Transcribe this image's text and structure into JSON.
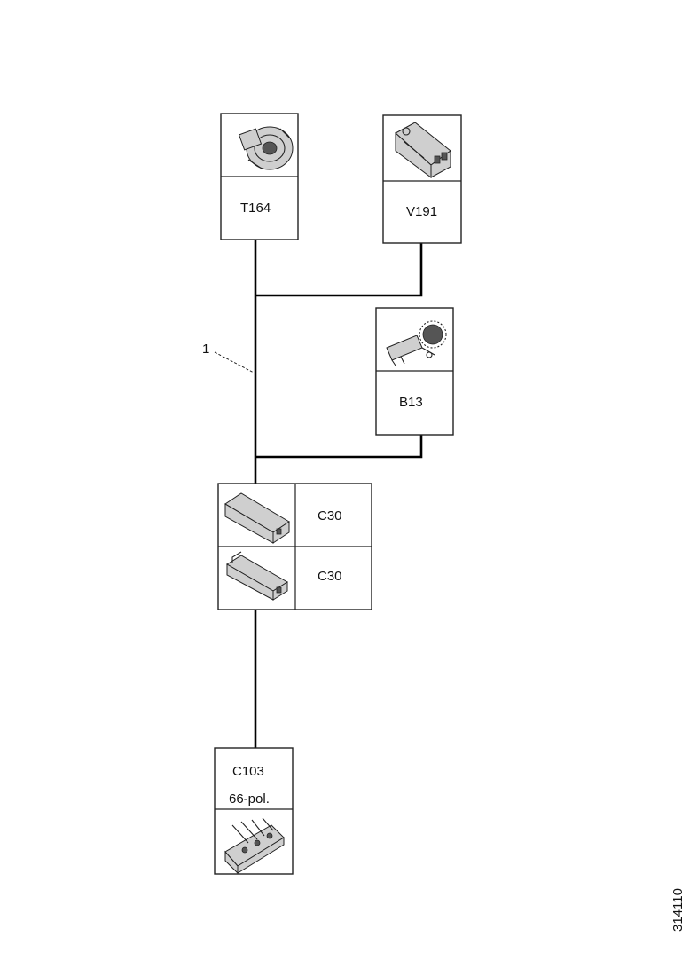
{
  "wire_label": "1",
  "components": {
    "t164": {
      "label": "T164",
      "icon": "round-connector-icon"
    },
    "v191": {
      "label": "V191",
      "icon": "block-connector-icon"
    },
    "b13": {
      "label": "B13",
      "icon": "sensor-icon"
    },
    "c30_top": {
      "label": "C30",
      "icon": "flat-connector-icon"
    },
    "c30_bottom": {
      "label": "C30",
      "icon": "flat-connector-icon"
    },
    "c103": {
      "label_line1": "C103",
      "label_line2": "66-pol.",
      "icon": "multi-pin-connector-icon"
    }
  },
  "reference_code": "314110"
}
